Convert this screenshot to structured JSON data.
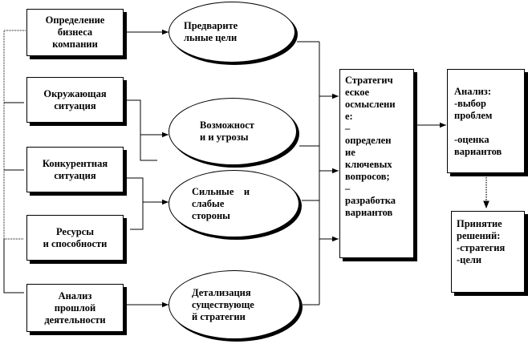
{
  "inputs": {
    "business_definition": "Определение\nбизнеса\nкомпании",
    "environment": "Окружающая\nситуация",
    "competition": "Конкурентная\nситуация",
    "resources": "Ресурсы\nи способности",
    "past_activity": "Анализ\nпрошлой\nдеятельности"
  },
  "ellipses": {
    "preliminary_goals": "Предварите\nльные цели",
    "opportunities": "Возможност\nи и угрозы",
    "strengths": "Сильные    и\nслабые\nстороны",
    "strategy_detail": "Детализация\nсуществующе\nй стратегии"
  },
  "strategic": {
    "text": "Стратегич\nеское\nосмыслени\nе:\n–\nопределен\nие\nключевых\nвопросов;\n–\nразработка\nвариантов"
  },
  "analysis": {
    "text": "Анализ:\n-выбор\nпроблем\n\n-оценка\nвариантов"
  },
  "decision": {
    "text": "Принятие\nрешений:\n-стратегия\n-цели"
  }
}
